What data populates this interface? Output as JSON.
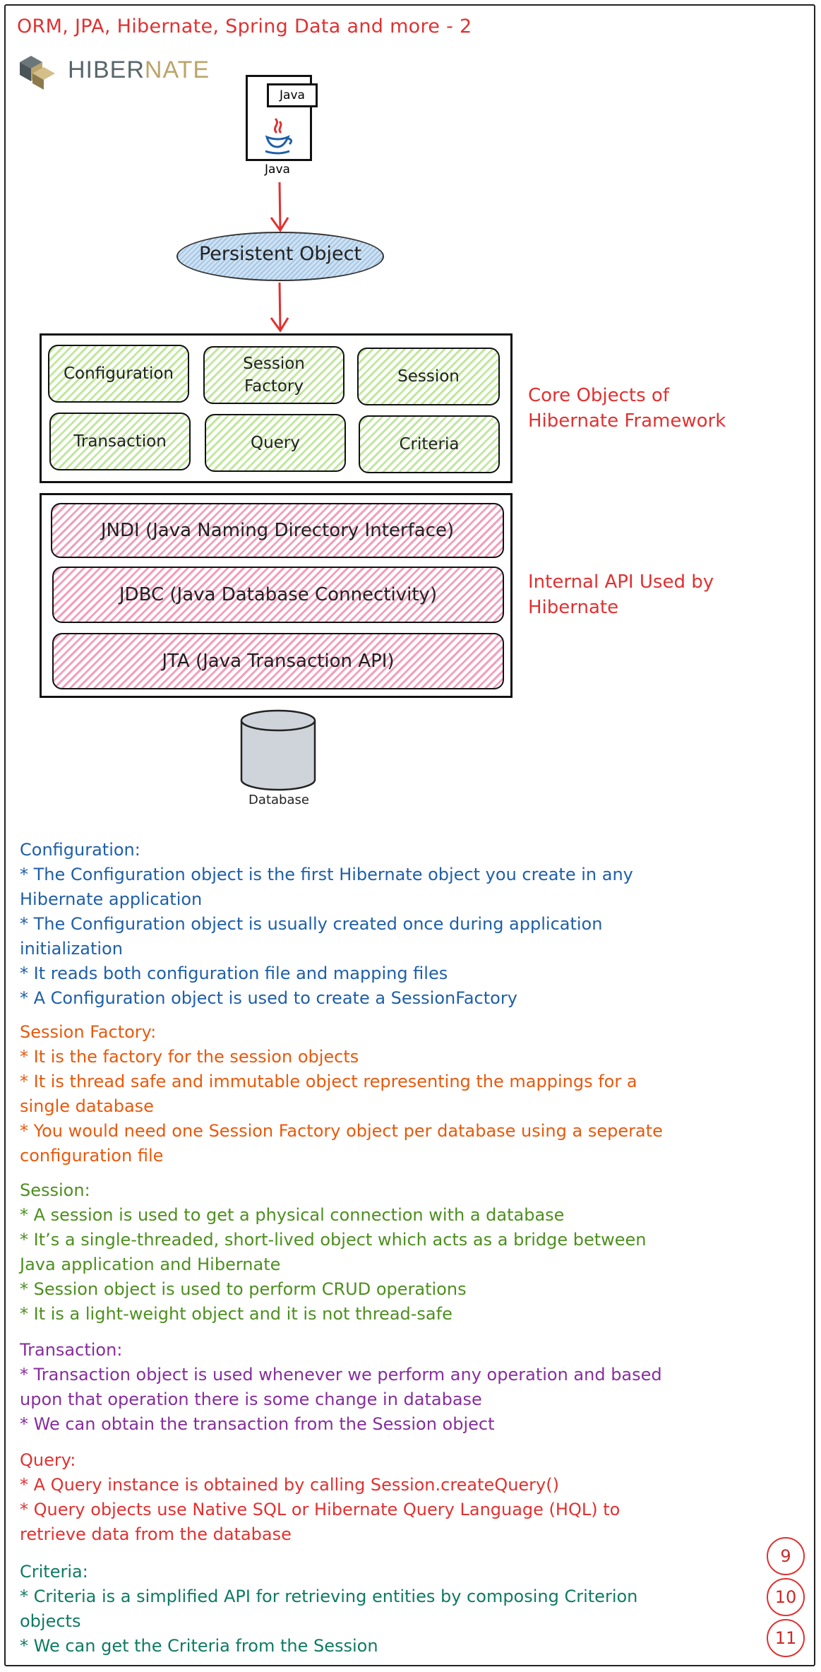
{
  "title": "ORM, JPA, Hibernate, Spring Data and more - 2",
  "logo": {
    "part1": "HIBER",
    "part2": "NATE"
  },
  "diagram": {
    "java_badge": "Java",
    "java_caption": "Java",
    "persistent_object": "Persistent Object",
    "core_objects": [
      {
        "label": "Configuration"
      },
      {
        "label": "Session Factory"
      },
      {
        "label": "Session"
      },
      {
        "label": "Transaction"
      },
      {
        "label": "Query"
      },
      {
        "label": "Criteria"
      }
    ],
    "core_label_line1": "Core Objects of",
    "core_label_line2": "Hibernate Framework",
    "internal_apis": [
      {
        "label": "JNDI (Java Naming Directory Interface)"
      },
      {
        "label": "JDBC (Java Database Connectivity)"
      },
      {
        "label": "JTA (Java Transaction API)"
      }
    ],
    "internal_label_line1": "Internal API Used by",
    "internal_label_line2": "Hibernate",
    "database_caption": "Database"
  },
  "sections": {
    "configuration": {
      "heading": "Configuration:",
      "lines": [
        "* The Configuration object is the first Hibernate object you create in any",
        "Hibernate application",
        "* The Configuration object is usually created once during application",
        "initialization",
        "* It reads both configuration file and mapping files",
        "* A Configuration object is used to create a SessionFactory"
      ]
    },
    "session_factory": {
      "heading": "Session Factory:",
      "lines": [
        "* It is the factory for the session objects",
        "* It is thread safe and immutable object representing the mappings for a",
        "single database",
        "* You would need one Session Factory object per database using a seperate",
        "configuration file"
      ]
    },
    "session": {
      "heading": "Session:",
      "lines": [
        "* A session is used to get a physical connection with a database",
        "* It’s a single-threaded, short-lived object which acts as a bridge between",
        "Java application and Hibernate",
        "* Session object is used to perform CRUD operations",
        "* It is a light-weight object and it is not thread-safe"
      ]
    },
    "transaction": {
      "heading": "Transaction:",
      "lines": [
        "* Transaction object is used whenever we perform any operation and based",
        "upon that operation there is some change in database",
        "* We can obtain the transaction from the Session object"
      ]
    },
    "query": {
      "heading": "Query:",
      "lines": [
        "* A Query instance is obtained by calling Session.createQuery()",
        "* Query objects use Native SQL or Hibernate Query Language (HQL) to",
        "retrieve data from the database"
      ]
    },
    "criteria": {
      "heading": "Criteria:",
      "lines": [
        "* Criteria is a simplified API for retrieving entities by composing Criterion",
        "objects",
        "* We can get the Criteria from the Session"
      ]
    }
  },
  "page_badges": [
    "9",
    "10",
    "11"
  ]
}
